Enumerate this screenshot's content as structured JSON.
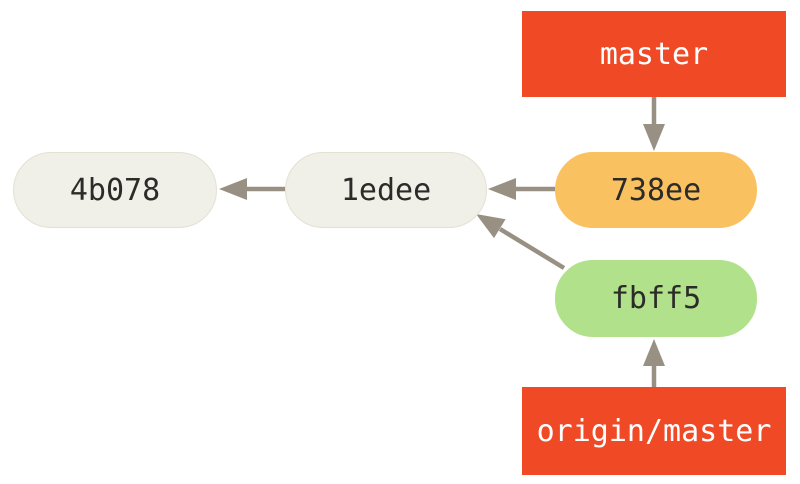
{
  "diagram": {
    "kind": "git-commit-graph",
    "refs": [
      {
        "id": "master",
        "label": "master"
      },
      {
        "id": "origin-master",
        "label": "origin/master"
      }
    ],
    "commits": [
      {
        "id": "4b078",
        "label": "4b078",
        "role": "ancestor"
      },
      {
        "id": "1edee",
        "label": "1edee",
        "role": "common-ancestor"
      },
      {
        "id": "738ee",
        "label": "738ee",
        "role": "local-branch-tip"
      },
      {
        "id": "fbff5",
        "label": "fbff5",
        "role": "remote-branch-tip"
      }
    ],
    "edges": [
      {
        "from": "master",
        "to": "738ee"
      },
      {
        "from": "738ee",
        "to": "1edee"
      },
      {
        "from": "1edee",
        "to": "4b078"
      },
      {
        "from": "fbff5",
        "to": "1edee"
      },
      {
        "from": "origin/master",
        "to": "fbff5"
      }
    ],
    "colors": {
      "ref_bg": "#EF4926",
      "ref_text": "#FFFFFF",
      "commit_bg": "#F0EFE8",
      "commit_border": "#E4E1D3",
      "local_tip_bg": "#FAC161",
      "remote_tip_bg": "#B1E28B",
      "commit_text": "#2B2B28",
      "arrow": "#999084",
      "page_bg": "#FFFFFF"
    }
  }
}
